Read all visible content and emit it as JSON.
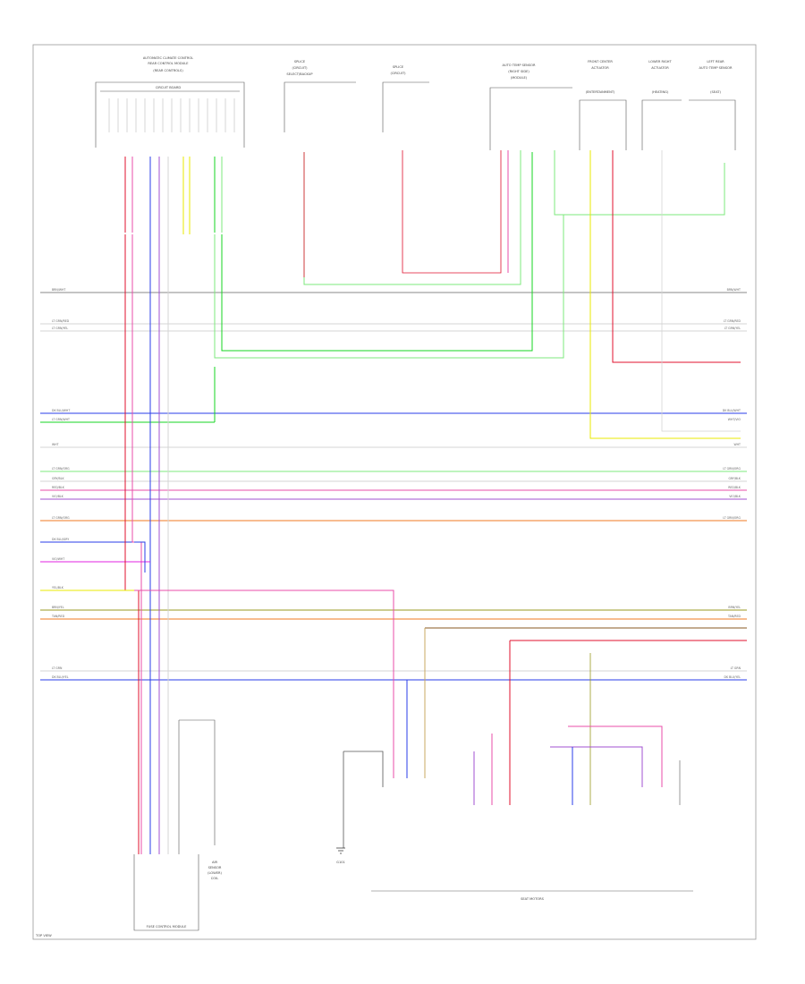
{
  "diagram": {
    "blocks": {
      "module_a": [
        "AUTOMATIC CLIMATE CONTROL",
        "REAR CONTROL MODULE",
        "(REAR CONTROLS)",
        "CIRCUIT BOARD"
      ],
      "module_b": [
        "SPLICE",
        "(CIRCUIT)",
        "SELECT/BACKUP"
      ],
      "module_c": [
        "SPLICE",
        "(CIRCUIT)"
      ],
      "module_d": [
        "AUTO TEMP SENSOR",
        "(RIGHT SIDE)",
        "(MODULE)"
      ],
      "module_e": [
        "FRONT CENTER",
        "ACTUATOR",
        "(ENTERTAINMENT)"
      ],
      "module_f": [
        "LOWER RIGHT",
        "ACTUATOR",
        "(HEATING)"
      ],
      "module_g": [
        "LEFT REAR",
        "AUTO TEMP SENSOR",
        "(SEAT)"
      ],
      "fuse_module": "FUSE CONTROL MODULE",
      "sensor_bottom": [
        "AIR",
        "SENSOR",
        "(LOWER)",
        "COIL"
      ],
      "ground": "G101",
      "actuator_group": "SEAT MOTORS",
      "corner_tag": "TOP VIEW"
    },
    "buses": [
      {
        "left": "BRN/WHT",
        "right": "BRN/WHT"
      },
      {
        "left": "LT GRN/RED",
        "right": "LT GRN/RED"
      },
      {
        "left": "LT GRN/YEL",
        "right": "LT GRN/YEL"
      },
      {
        "left": "DK BLU/WHT",
        "right": "DK BLU/WHT"
      },
      {
        "left": "LT GRN/WHT",
        "right": "WHT/VIO"
      },
      {
        "left": "WHT",
        "right": "WHT"
      },
      {
        "left": "LT GRN/ORG",
        "right": "LT GRN/ORG"
      },
      {
        "left": "GRY/BLK",
        "right": "GRY/BLK"
      },
      {
        "left": "RED/BLK",
        "right": "RED/BLK"
      },
      {
        "left": "VIO/BLK",
        "right": "VIO/BLK"
      },
      {
        "left": "LT GRN/ORG",
        "right": "LT GRN/ORG"
      },
      {
        "left": "DK BLU/GRY",
        "right": ""
      },
      {
        "left": "VIO/WHT",
        "right": ""
      },
      {
        "left": "YEL/BLK",
        "right": ""
      },
      {
        "left": "BRN/YEL",
        "right": "BRN/YEL"
      },
      {
        "left": "TAN/RED",
        "right": "TAN/RED"
      },
      {
        "left": "LT GRN",
        "right": "LT GRN"
      },
      {
        "left": "DK BLU/YEL",
        "right": "DK BLU/YEL"
      }
    ],
    "colors": {
      "red": "#e0102c",
      "green": "#16d421",
      "lightgreen": "#7ee87c",
      "blue": "#2a3de8",
      "yellow": "#e8e800",
      "pink": "#e84da8",
      "magenta": "#e020e0",
      "orange": "#f07a20",
      "olive": "#9a9a20",
      "brown": "#8a5a20",
      "gray": "#888888",
      "violet": "#a050d0",
      "lightgray": "#d4d4d4",
      "black": "#333333",
      "tan": "#c8a860",
      "darkred": "#b0402a"
    }
  }
}
